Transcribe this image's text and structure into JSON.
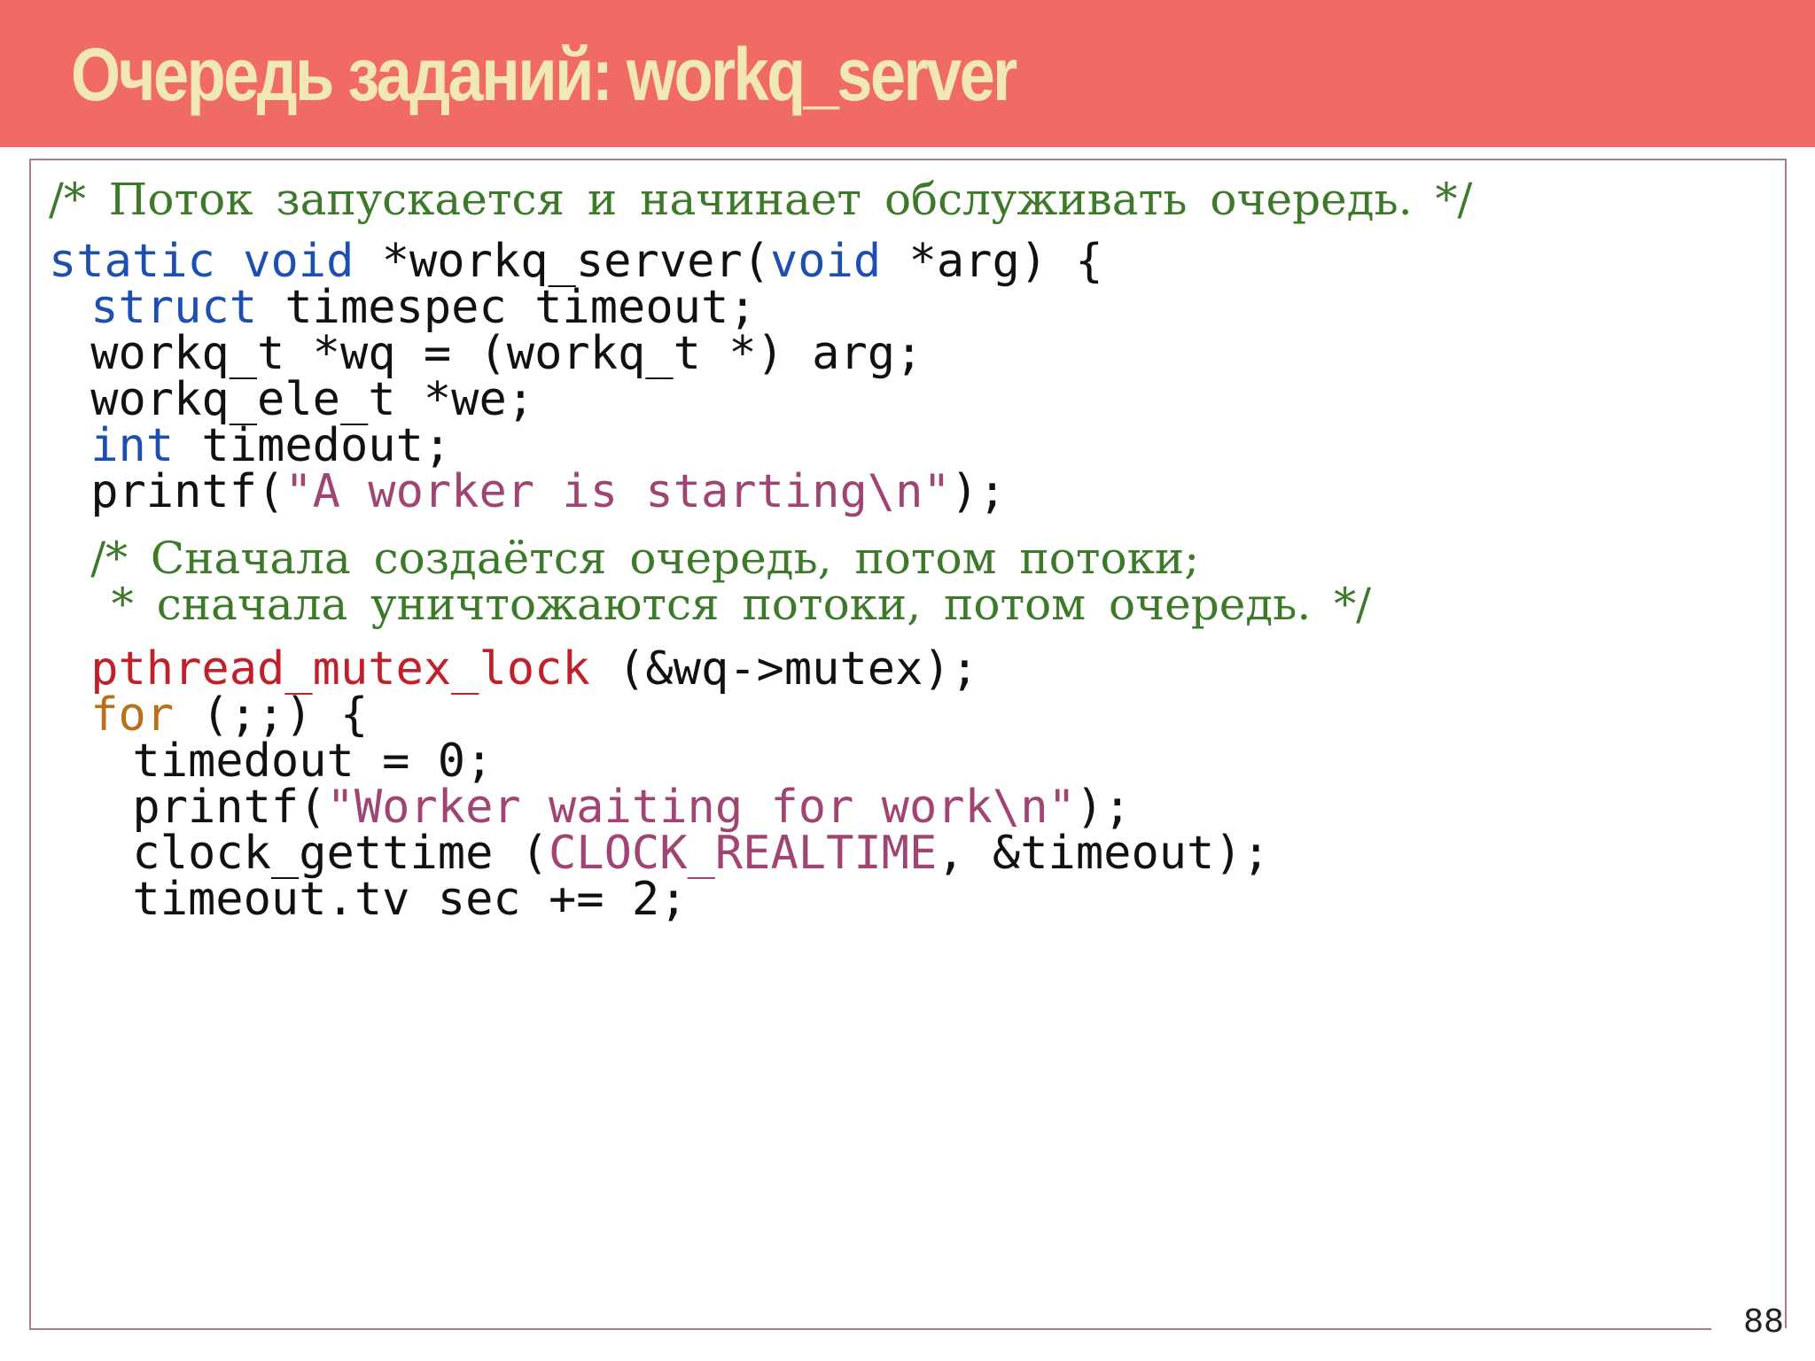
{
  "slide": {
    "title": "Очередь заданий: workq_server",
    "page_number": "88"
  },
  "code": {
    "lines": [
      {
        "indent": 0,
        "type": "comment",
        "tokens": [
          {
            "t": "/* Поток запускается и начинает обслуживать очередь. */",
            "c": "cm"
          }
        ]
      },
      {
        "indent": 0,
        "type": "code",
        "tokens": [
          {
            "t": "static",
            "c": "kw"
          },
          {
            "t": " ",
            "c": "plain"
          },
          {
            "t": "void",
            "c": "kw"
          },
          {
            "t": " *workq_server(",
            "c": "plain"
          },
          {
            "t": "void",
            "c": "kw"
          },
          {
            "t": " *arg) {",
            "c": "plain"
          }
        ]
      },
      {
        "indent": 2,
        "type": "code",
        "tokens": [
          {
            "t": "struct",
            "c": "kw"
          },
          {
            "t": " timespec timeout;",
            "c": "plain"
          }
        ]
      },
      {
        "indent": 2,
        "type": "code",
        "tokens": [
          {
            "t": "workq_t *wq = (workq_t *) arg;",
            "c": "plain"
          }
        ]
      },
      {
        "indent": 2,
        "type": "code",
        "tokens": [
          {
            "t": "workq_ele_t *we;",
            "c": "plain"
          }
        ]
      },
      {
        "indent": 2,
        "type": "code",
        "tokens": [
          {
            "t": "int",
            "c": "kw"
          },
          {
            "t": " timedout;",
            "c": "plain"
          }
        ]
      },
      {
        "indent": 2,
        "type": "code",
        "tokens": [
          {
            "t": "printf(",
            "c": "plain"
          },
          {
            "t": "\"A worker is starting\\n\"",
            "c": "str"
          },
          {
            "t": ");",
            "c": "plain"
          }
        ]
      },
      {
        "indent": 2,
        "type": "comment",
        "tokens": [
          {
            "t": "/* Сначала создаётся очередь, потом потоки;",
            "c": "cm"
          }
        ]
      },
      {
        "indent": 3,
        "type": "comment",
        "tokens": [
          {
            "t": "* сначала уничтожаются потоки, потом очередь. */",
            "c": "cm"
          }
        ]
      },
      {
        "indent": 2,
        "type": "code",
        "tokens": [
          {
            "t": "pthread_mutex_lock",
            "c": "fn"
          },
          {
            "t": " (&wq->mutex);",
            "c": "plain"
          }
        ]
      },
      {
        "indent": 2,
        "type": "code",
        "tokens": [
          {
            "t": "for",
            "c": "flow"
          },
          {
            "t": " (;;) {",
            "c": "plain"
          }
        ]
      },
      {
        "indent": 4,
        "type": "code",
        "tokens": [
          {
            "t": "timedout = 0;",
            "c": "plain"
          }
        ]
      },
      {
        "indent": 4,
        "type": "code",
        "tokens": [
          {
            "t": "printf(",
            "c": "plain"
          },
          {
            "t": "\"Worker waiting for work\\n\"",
            "c": "str"
          },
          {
            "t": ");",
            "c": "plain"
          }
        ]
      },
      {
        "indent": 4,
        "type": "code",
        "tokens": [
          {
            "t": "clock_gettime (",
            "c": "plain"
          },
          {
            "t": "CLOCK_REALTIME",
            "c": "const"
          },
          {
            "t": ", &timeout);",
            "c": "plain"
          }
        ]
      },
      {
        "indent": 4,
        "type": "code",
        "tokens": [
          {
            "t": "timeout.tv sec += 2;",
            "c": "plain"
          }
        ]
      }
    ]
  },
  "colors": {
    "header_background": "#f06a66",
    "title_text": "#f2e8b6",
    "keyword": "#1c4fb0",
    "string": "#a04474",
    "comment": "#3c7a2a",
    "function_call": "#c0202a",
    "loop_keyword": "#b8701a",
    "constant": "#a04474",
    "frame_border": "#b07a82"
  }
}
